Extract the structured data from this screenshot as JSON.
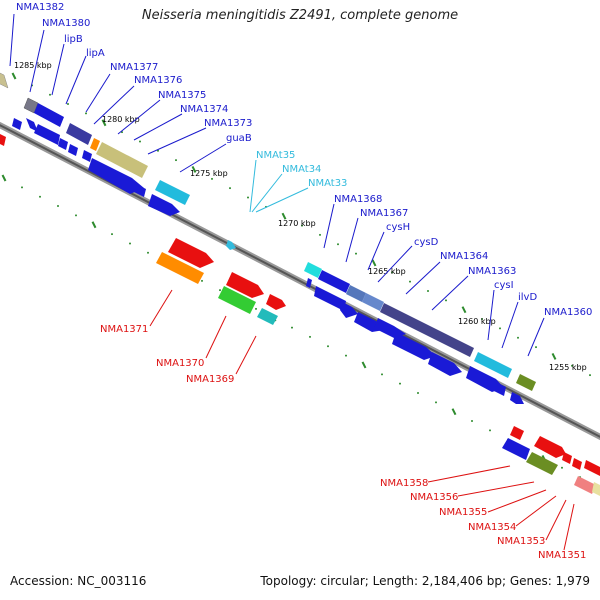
{
  "title": "Neisseria meningitidis Z2491, complete genome",
  "footer": {
    "accession": "Accession: NC_003116",
    "summary": "Topology: circular; Length: 2,184,406 bp; Genes: 1,979"
  },
  "colors": {
    "backbone": "#888888",
    "tick": "#2e8b2e",
    "blue_label": "#1a1acc",
    "cyan_label": "#33bbdd",
    "red_label": "#dd1111",
    "gene_blue": "#1a1ad6",
    "gene_red": "#e81010"
  },
  "kbp_markers": [
    "1285 kbp",
    "1280 kbp",
    "1275 kbp",
    "1270 kbp",
    "1265 kbp",
    "1260 kbp",
    "1255 kbp"
  ],
  "labels_blue": [
    "NMA1382",
    "NMA1380",
    "lipB",
    "lipA",
    "NMA1377",
    "NMA1376",
    "NMA1375",
    "NMA1374",
    "NMA1373",
    "guaB",
    "NMA1368",
    "NMA1367",
    "cysH",
    "cysD",
    "NMA1364",
    "NMA1363",
    "cysI",
    "ilvD",
    "NMA1360"
  ],
  "labels_cyan": [
    "NMAt35",
    "NMAt34",
    "NMAt33"
  ],
  "labels_red": [
    "NMA1371",
    "NMA1370",
    "NMA1369",
    "NMA1358",
    "NMA1356",
    "NMA1355",
    "NMA1354",
    "NMA1353",
    "NMA1351"
  ]
}
